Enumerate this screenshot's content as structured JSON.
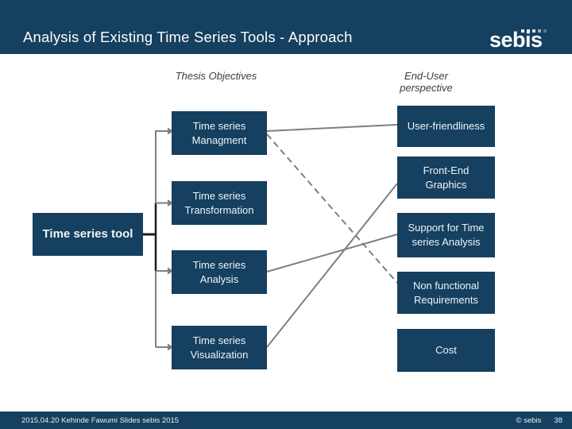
{
  "header": {
    "title": "Analysis of Existing Time Series Tools - Approach",
    "logo_text": "sebis"
  },
  "columns": {
    "left_header": "Thesis Objectives",
    "right_header": "End-User perspective"
  },
  "boxes": {
    "root": "Time series tool",
    "objectives": [
      "Time series Managment",
      "Time series Transformation",
      "Time series Analysis",
      "Time series Visualization"
    ],
    "perspectives": [
      "User-friendliness",
      "Front-End Graphics",
      "Support for Time series Analysis",
      "Non functional Requirements",
      "Cost"
    ]
  },
  "connections": [
    {
      "from": "Time series tool",
      "to": "Time series Managment",
      "style": "arrow"
    },
    {
      "from": "Time series tool",
      "to": "Time series Transformation",
      "style": "arrow"
    },
    {
      "from": "Time series tool",
      "to": "Time series Analysis",
      "style": "arrow"
    },
    {
      "from": "Time series tool",
      "to": "Time series Visualization",
      "style": "arrow"
    },
    {
      "from": "Time series Managment",
      "to": "User-friendliness",
      "style": "solid"
    },
    {
      "from": "Time series Managment",
      "to": "Non functional Requirements",
      "style": "dashed"
    },
    {
      "from": "Time series Analysis",
      "to": "Support for Time series Analysis",
      "style": "solid"
    },
    {
      "from": "Time series Visualization",
      "to": "Front-End Graphics",
      "style": "solid"
    }
  ],
  "footer": {
    "left": "2015.04.20 Kehinde Fawumi Slides sebis 2015",
    "copyright": "© sebis",
    "page": "38"
  },
  "colors": {
    "navy": "#15405F",
    "box_text": "#EFF4F7",
    "line_gray": "#7F7F7F",
    "connector_black": "#1C1C1C",
    "heading_text": "#3C3C3C",
    "dot1": "#F4F6F7",
    "dot2": "#E8ECEF",
    "dot3": "#D8DFE3",
    "dot4": "#9DAFBA",
    "dot5": "#5D7587"
  }
}
